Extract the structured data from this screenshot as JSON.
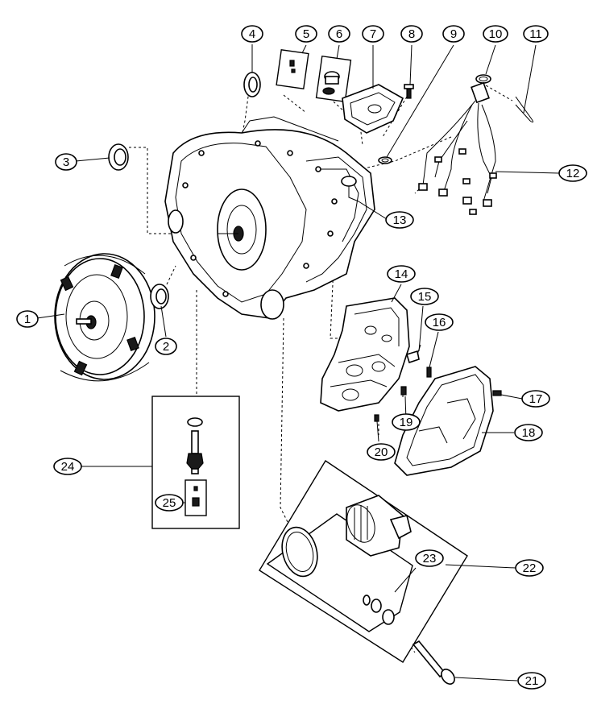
{
  "diagram": {
    "background": "#ffffff",
    "ink": "#000000",
    "callouts": [
      "1",
      "2",
      "3",
      "4",
      "5",
      "6",
      "7",
      "8",
      "9",
      "10",
      "11",
      "12",
      "13",
      "14",
      "15",
      "16",
      "17",
      "18",
      "19",
      "20",
      "21",
      "22",
      "23",
      "24",
      "25"
    ]
  }
}
